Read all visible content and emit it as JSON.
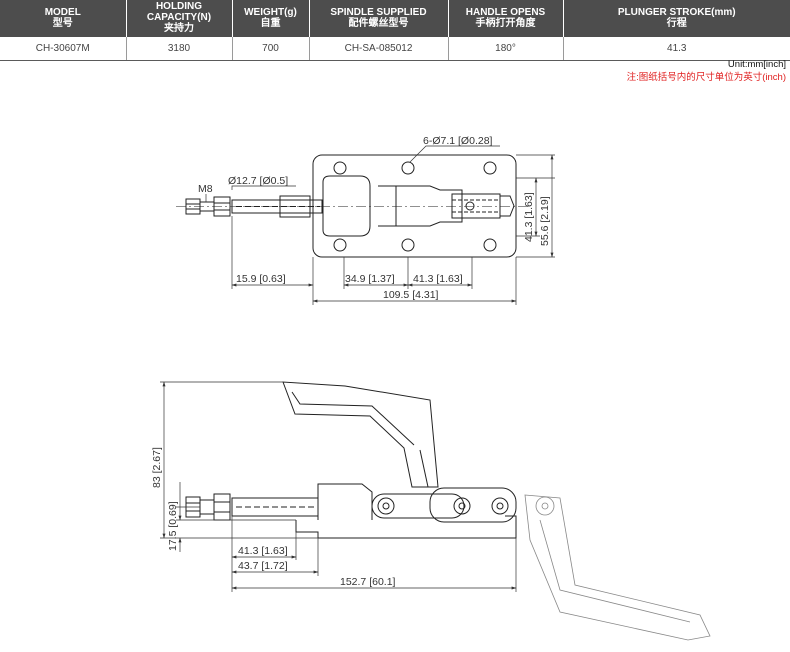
{
  "table": {
    "headers": [
      {
        "en": "MODEL",
        "zh": "型号"
      },
      {
        "en": "HOLDING CAPACITY(N)",
        "zh": "夹持力"
      },
      {
        "en": "WEIGHT(g)",
        "zh": "自重"
      },
      {
        "en": "SPINDLE SUPPLIED",
        "zh": "配件螺丝型号"
      },
      {
        "en": "HANDLE OPENS",
        "zh": "手柄打开角度"
      },
      {
        "en": "PLUNGER STROKE(mm)",
        "zh": "行程"
      }
    ],
    "row": [
      "CH-30607M",
      "3180",
      "700",
      "CH-SA-085012",
      "180°",
      "41.3"
    ]
  },
  "units": {
    "en": "Unit:mm[inch]",
    "zh": "注:图纸括号内的尺寸单位为英寸(inch)"
  },
  "top_view": {
    "holes": "6-Ø7.1 [Ø0.28]",
    "rod_dia": "Ø12.7 [Ø0.5]",
    "thread": "M8",
    "dim_left": "15.9 [0.63]",
    "dim_mid1": "34.9 [1.37]",
    "dim_mid2": "41.3 [1.63]",
    "dim_total": "109.5 [4.31]",
    "dim_v1": "41.3 [1.63]",
    "dim_v2": "55.6 [2.19]"
  },
  "side_view": {
    "height": "83 [2.67]",
    "dim_v_small": "17.5 [0.69]",
    "dim_h1": "41.3 [1.63]",
    "dim_h2": "43.7 [1.72]",
    "dim_total": "152.7 [60.1]"
  },
  "colors": {
    "header_bg": "#4d4d4d",
    "note_red": "#e02020",
    "line": "#222222"
  }
}
